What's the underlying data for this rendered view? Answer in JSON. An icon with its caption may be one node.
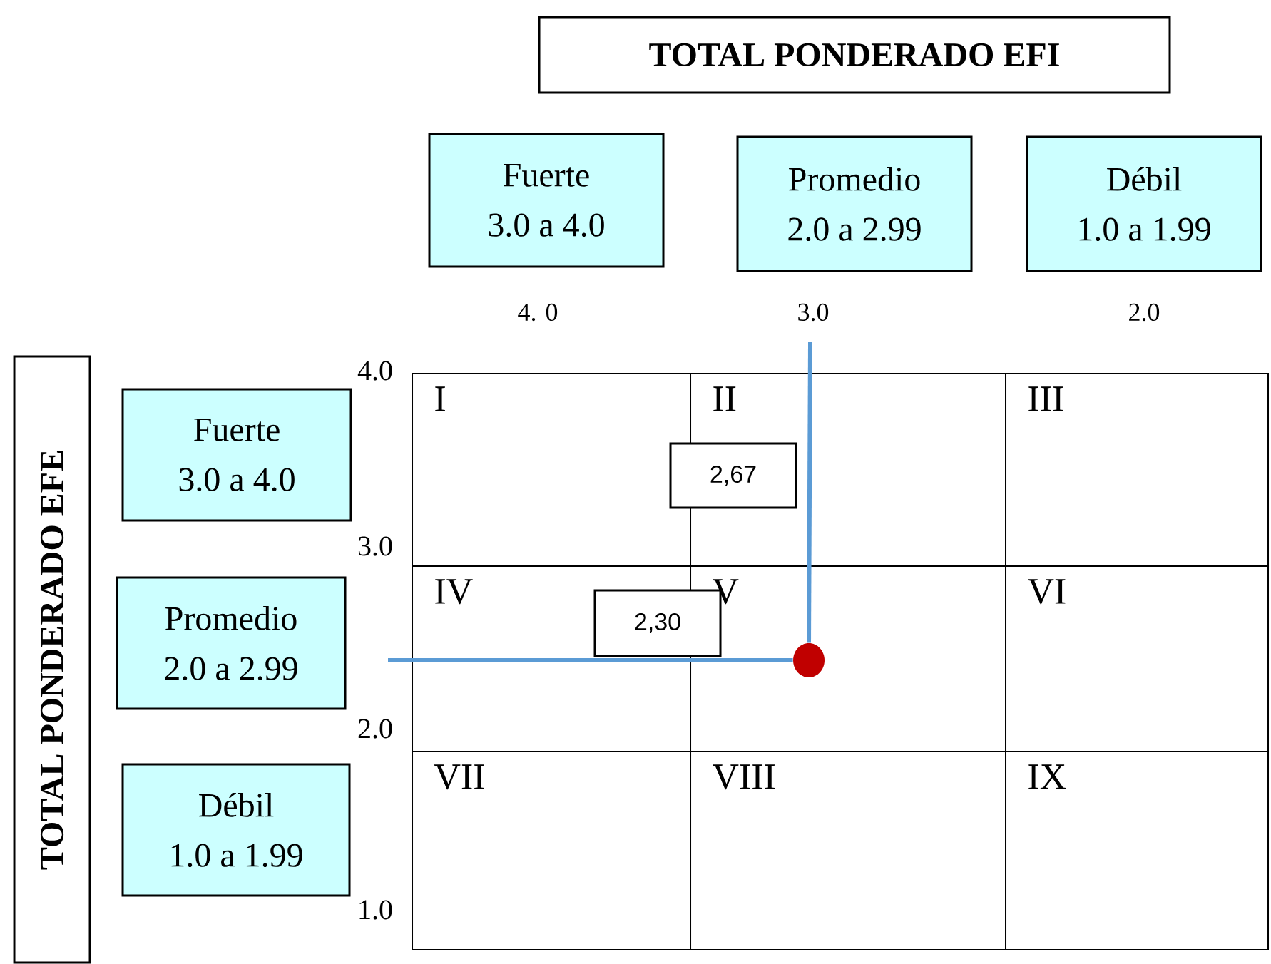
{
  "diagram": {
    "nodes": [
      {
        "text": [
          "TOTAL PONDERADO EFI"
        ]
      },
      {
        "text": [
          "Fuerte",
          "3.0 a 4.0"
        ]
      },
      {
        "text": [
          "Promedio",
          "2.0 a 2.99"
        ]
      },
      {
        "text": [
          "Débil",
          "1.0 a 1.99"
        ]
      },
      {
        "text": [
          "TOTAL PONDERADO EFE"
        ]
      },
      {
        "text": [
          "Fuerte",
          "3.0 a 4.0"
        ]
      },
      {
        "text": [
          "Promedio",
          "2.0 a 2.99"
        ]
      },
      {
        "text": [
          "Débil",
          "1.0 a 1.99"
        ]
      },
      {
        "text": [
          "I"
        ]
      },
      {
        "text": [
          "II"
        ]
      },
      {
        "text": [
          "III"
        ]
      },
      {
        "text": [
          "IV"
        ]
      },
      {
        "text": [
          "V"
        ]
      },
      {
        "text": [
          "VI"
        ]
      },
      {
        "text": [
          "VII"
        ]
      },
      {
        "text": [
          "VIII"
        ]
      },
      {
        "text": [
          "IX"
        ]
      },
      {
        "text": [
          "2,67"
        ]
      },
      {
        "text": [
          "2,30"
        ]
      },
      {
        "text": [],
        "shape": "circle",
        "in": 12
      }
    ],
    "edges": [
      {
        "from": null,
        "to": 19,
        "arrow": "none"
      },
      {
        "from": null,
        "to": 19,
        "arrow": "none"
      }
    ],
    "labels": [
      "4. 0",
      "3.0",
      "2.0",
      "4.0",
      "3.0",
      "2.0",
      "1.0"
    ]
  }
}
